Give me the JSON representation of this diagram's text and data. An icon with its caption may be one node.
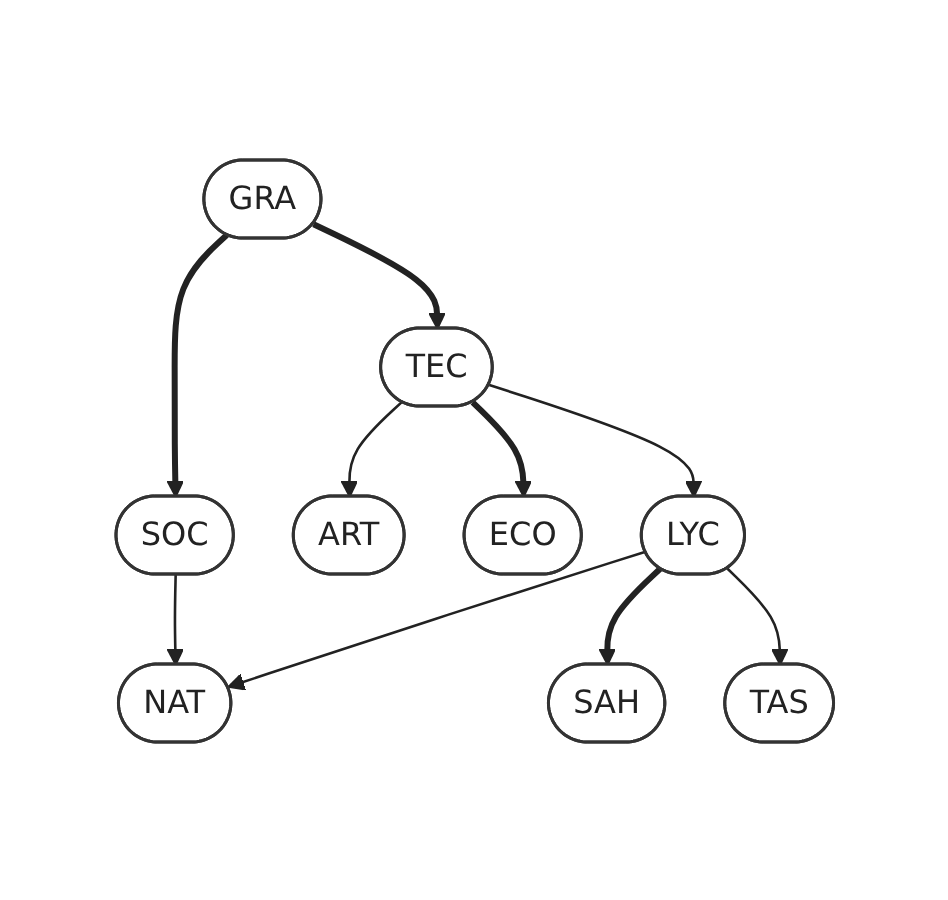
{
  "diagram": {
    "nodes": [
      {
        "text": [
          "GRA"
        ]
      },
      {
        "text": [
          "SOC"
        ]
      },
      {
        "text": [
          "TEC"
        ]
      },
      {
        "text": [
          "ART"
        ]
      },
      {
        "text": [
          "ECO"
        ]
      },
      {
        "text": [
          "LYC"
        ]
      },
      {
        "text": [
          "NAT"
        ]
      },
      {
        "text": [
          "SAH"
        ]
      },
      {
        "text": [
          "TAS"
        ]
      }
    ],
    "edges": [
      {
        "from": 0,
        "to": 1,
        "arrow": "to",
        "style": "thick"
      },
      {
        "from": 0,
        "to": 2,
        "arrow": "to",
        "style": "thick"
      },
      {
        "from": 1,
        "to": 6,
        "arrow": "to"
      },
      {
        "from": 2,
        "to": 3,
        "arrow": "to"
      },
      {
        "from": 2,
        "to": 4,
        "arrow": "to",
        "style": "thick"
      },
      {
        "from": 2,
        "to": 5,
        "arrow": "to"
      },
      {
        "from": 5,
        "to": 6,
        "arrow": "to"
      },
      {
        "from": 5,
        "to": 7,
        "arrow": "to",
        "style": "thick"
      },
      {
        "from": 5,
        "to": 8,
        "arrow": "to"
      }
    ]
  }
}
